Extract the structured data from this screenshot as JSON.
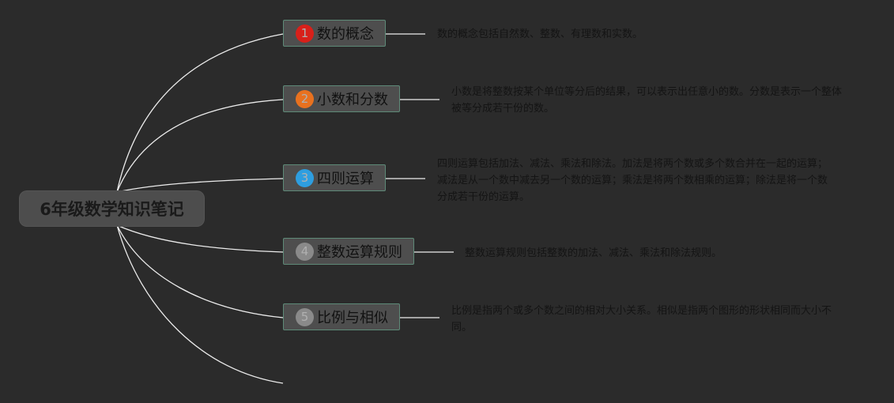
{
  "root": {
    "label": "6年级数学知识笔记"
  },
  "topics": [
    {
      "num": "1",
      "label": "数的概念",
      "badge_color": "#d8201a",
      "note": "数的概念包括自然数、整数、有理数和实数。"
    },
    {
      "num": "2",
      "label": "小数和分数",
      "badge_color": "#e8711f",
      "note": "小数是将整数按某个单位等分后的结果，可以表示出任意小的数。分数是表示一个整体被等分成若干份的数。"
    },
    {
      "num": "3",
      "label": "四则运算",
      "badge_color": "#2e9ee0",
      "note": "四则运算包括加法、减法、乘法和除法。加法是将两个数或多个数合并在一起的运算；减法是从一个数中减去另一个数的运算；乘法是将两个数相乘的运算；除法是将一个数分成若干份的运算。"
    },
    {
      "num": "4",
      "label": "整数运算规则",
      "badge_color": "#8a8a8a",
      "note": "整数运算规则包括整数的加法、减法、乘法和除法规则。"
    },
    {
      "num": "5",
      "label": "比例与相似",
      "badge_color": "#8a8a8a",
      "note": "比例是指两个或多个数之间的相对大小关系。相似是指两个图形的形状相同而大小不同。"
    }
  ],
  "colors": {
    "connector": "#ececec",
    "topic_border": "#5e8a78"
  }
}
